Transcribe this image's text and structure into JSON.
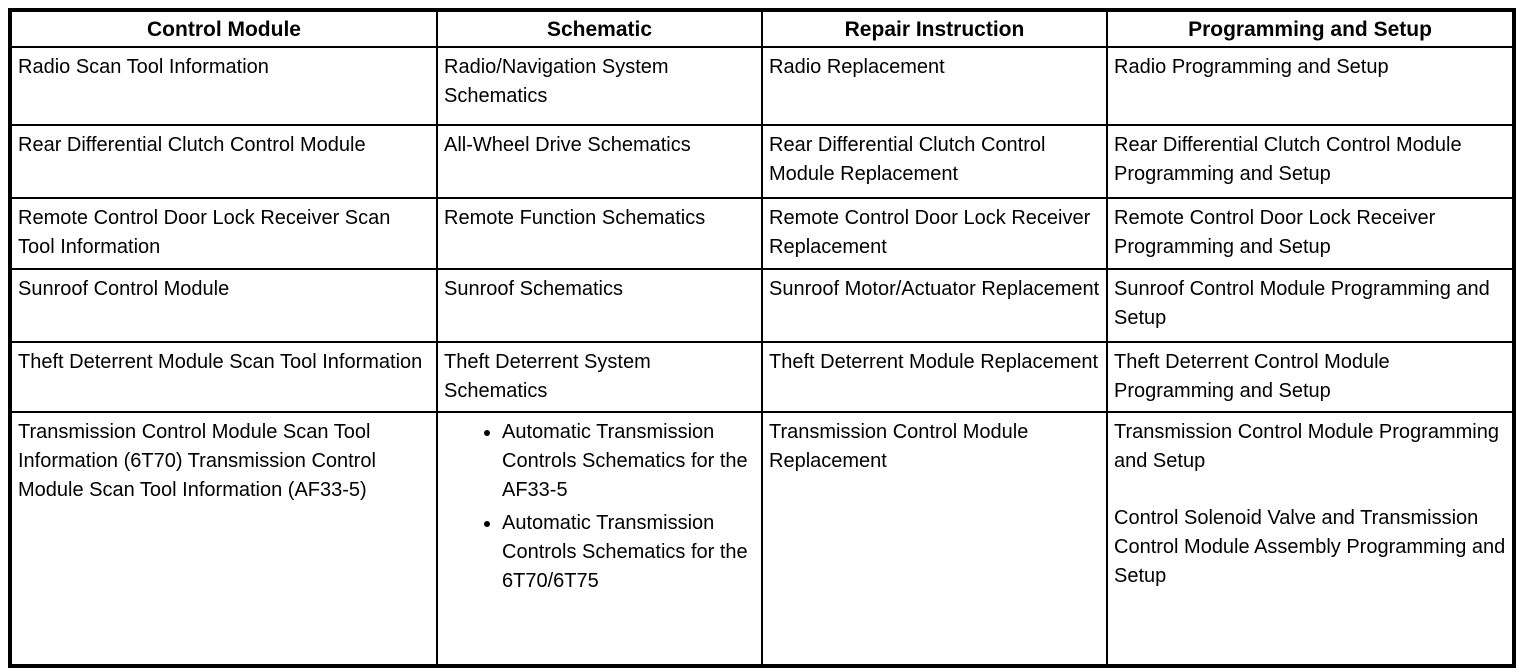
{
  "table": {
    "columns": [
      "Control Module",
      "Schematic",
      "Repair Instruction",
      "Programming and Setup"
    ],
    "rows": [
      {
        "control_module": "Radio Scan Tool Information",
        "schematic": "Radio/Navigation System Schematics",
        "repair_instruction": "Radio Replacement",
        "programming_and_setup": "Radio Programming and Setup"
      },
      {
        "control_module": "Rear Differential Clutch Control Module",
        "schematic": "All-Wheel Drive Schematics",
        "repair_instruction": "Rear Differential Clutch Control Module Replacement",
        "programming_and_setup": "Rear Differential Clutch Control Module Programming and Setup"
      },
      {
        "control_module": "Remote Control Door Lock Receiver Scan Tool Information",
        "schematic": "Remote Function Schematics",
        "repair_instruction": "Remote Control Door Lock Receiver Replacement",
        "programming_and_setup": "Remote Control Door Lock Receiver Programming and Setup"
      },
      {
        "control_module": "Sunroof Control Module",
        "schematic": "Sunroof Schematics",
        "repair_instruction": "Sunroof Motor/Actuator Replacement",
        "programming_and_setup": "Sunroof Control Module Programming and Setup"
      },
      {
        "control_module": "Theft Deterrent Module Scan Tool Information",
        "schematic": "Theft Deterrent System Schematics",
        "repair_instruction": "Theft Deterrent Module Replacement",
        "programming_and_setup": "Theft Deterrent Control Module Programming and Setup"
      },
      {
        "control_module": "Transmission Control Module Scan Tool Information (6T70) Transmission Control Module Scan Tool Information (AF33-5)",
        "schematic_bullets": [
          "Automatic Transmission Controls Schematics for the AF33-5",
          "Automatic Transmission Controls Schematics for the 6T70/6T75"
        ],
        "repair_instruction": "Transmission Control Module Replacement",
        "programming_and_setup_items": [
          "Transmission Control Module Programming and Setup",
          "Control Solenoid Valve and Transmission Control Module Assembly Programming and Setup"
        ]
      }
    ]
  }
}
